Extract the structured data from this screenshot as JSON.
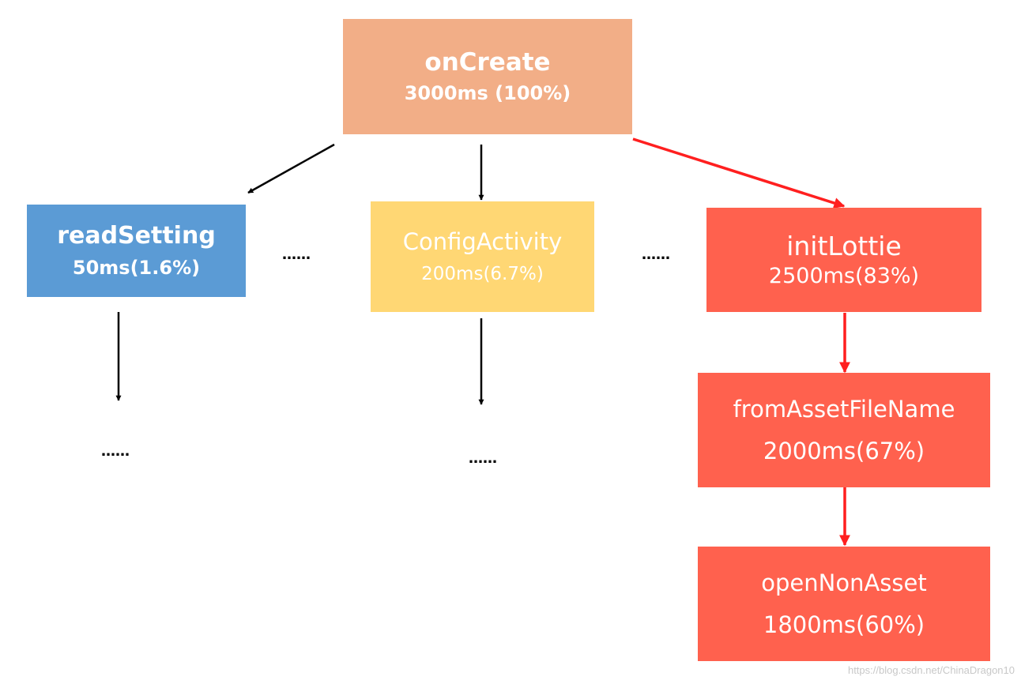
{
  "colors": {
    "root": "#f2ae87",
    "read_setting": "#5b9bd5",
    "config_activity": "#ffd774",
    "hot_path": "#ff614e",
    "arrow_normal": "#000000",
    "arrow_hot": "#ff1f1f",
    "text": "#ffffff"
  },
  "nodes": {
    "oncreate": {
      "name": "onCreate",
      "time": "3000ms (100%)"
    },
    "readsetting": {
      "name": "readSetting",
      "time": "50ms(1.6%)"
    },
    "configactivity": {
      "name": "ConfigActivity",
      "time": "200ms(6.7%)"
    },
    "initlottie": {
      "name": "initLottie",
      "time": "2500ms(83%)"
    },
    "fromasset": {
      "name": "fromAssetFileName",
      "time": "2000ms(67%)"
    },
    "opennonasset": {
      "name": "openNonAsset",
      "time": "1800ms(60%)"
    }
  },
  "ellipses": {
    "mid_left": "……",
    "mid_right": "……",
    "bottom_left": "……",
    "bottom_mid": "……"
  },
  "watermark": "https://blog.csdn.net/ChinaDragon10"
}
